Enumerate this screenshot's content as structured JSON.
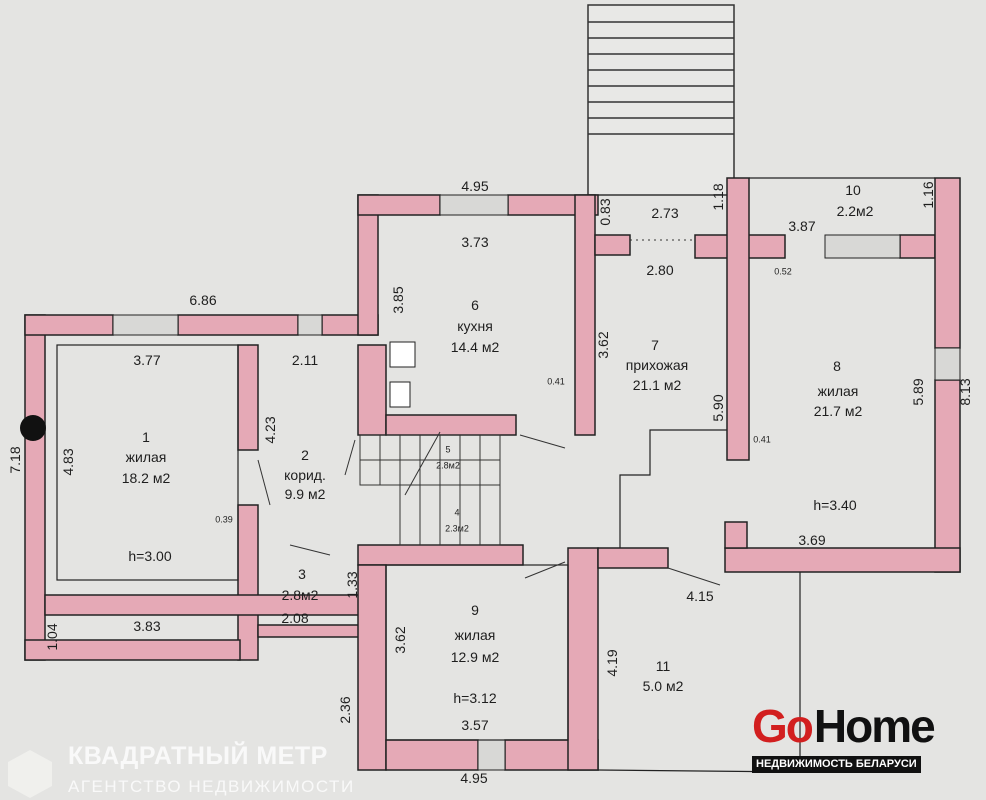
{
  "labels": [
    "4.95",
    "3.73",
    "0.83",
    "2.73",
    "1.18",
    "10",
    "2.2м2",
    "1.16",
    "3.87",
    "2.80",
    "0.52",
    "6.86",
    "3.85",
    "6",
    "кухня",
    "14.4 м2",
    "3.77",
    "2.11",
    "3.62",
    "7",
    "прихожая",
    "21.1 м2",
    "0.41",
    "8",
    "жилая",
    "21.7 м2",
    "5.89",
    "8.13",
    "5.90",
    "0.41",
    "7.18",
    "4.83",
    "1",
    "жилая",
    "18.2 м2",
    "4.23",
    "2",
    "корид.",
    "9.9 м2",
    "5",
    "2.8м2",
    "h=3.40",
    "0.39",
    "4",
    "2.3м2",
    "3.69",
    "h=3.00",
    "3",
    "2.8м2",
    "1.33",
    "4.15",
    "2.08",
    "1.04",
    "3.83",
    "9",
    "жилая",
    "12.9 м2",
    "3.62",
    "4.19",
    "11",
    "5.0 м2",
    "2.36",
    "h=3.12",
    "3.57",
    "4.95"
  ],
  "logos": {
    "agency_title": "КВАДРАТНЫЙ МЕТР",
    "agency_subtitle": "АГЕНТСТВО НЕДВИЖИМОСТИ",
    "gohome_go": "Go",
    "gohome_home": "Home",
    "gohome_subtitle": "НЕДВИЖИМОСТЬ БЕЛАРУСИ"
  },
  "colors": {
    "wall": "#e5a9b6",
    "outline": "#222222",
    "paper": "#e4e4e2",
    "brand_red": "#d21f1f"
  }
}
